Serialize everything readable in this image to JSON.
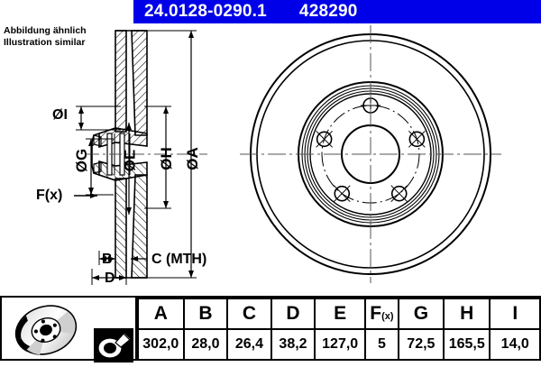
{
  "header": {
    "article_number": "24.0128-0290.1",
    "reference_number": "428290",
    "bar_color": "#0000e8",
    "text_color": "#ffffff"
  },
  "note": {
    "line_de": "Abbildung ähnlich",
    "line_en": "Illustration similar"
  },
  "drawing": {
    "section_view_labels": [
      {
        "id": "diameter-i",
        "text": "ØI"
      },
      {
        "id": "diameter-g",
        "text": "ØG"
      },
      {
        "id": "diameter-e",
        "text": "ØE"
      },
      {
        "id": "diameter-h",
        "text": "ØH"
      },
      {
        "id": "diameter-a",
        "text": "ØA"
      },
      {
        "id": "force-fx",
        "text": "F(x)"
      },
      {
        "id": "dim-b",
        "text": "B"
      },
      {
        "id": "dim-c",
        "text": "C (MTH)"
      },
      {
        "id": "dim-d",
        "text": "D"
      }
    ],
    "front_view": {
      "bolt_hole_count": 5,
      "description": "brake-disc-front-view"
    },
    "line_color": "#000000"
  },
  "icons": {
    "disc_icon_name": "brake-disc-3d-icon",
    "tool_icon_name": "disc-measurement-tool-icon"
  },
  "table": {
    "headers": [
      "A",
      "B",
      "C",
      "D",
      "E",
      "F(x)",
      "G",
      "H",
      "I"
    ],
    "values": [
      "302,0",
      "28,0",
      "26,4",
      "38,2",
      "127,0",
      "5",
      "72,5",
      "165,5",
      "14,0"
    ],
    "fx_base": "F",
    "fx_sub": "(x)"
  }
}
